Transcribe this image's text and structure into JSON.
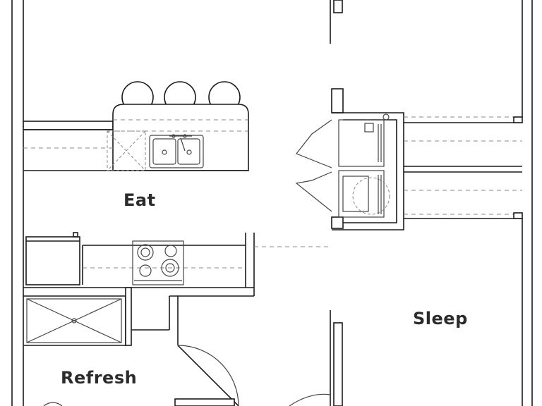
{
  "rooms": {
    "eat": "Eat",
    "sleep": "Sleep",
    "refresh": "Refresh"
  },
  "colors": {
    "wall_fill": "#ffffff",
    "line": "#1a1a1a",
    "fixture": "#444444",
    "dashed": "#888888",
    "label": "#2b2b2b"
  }
}
